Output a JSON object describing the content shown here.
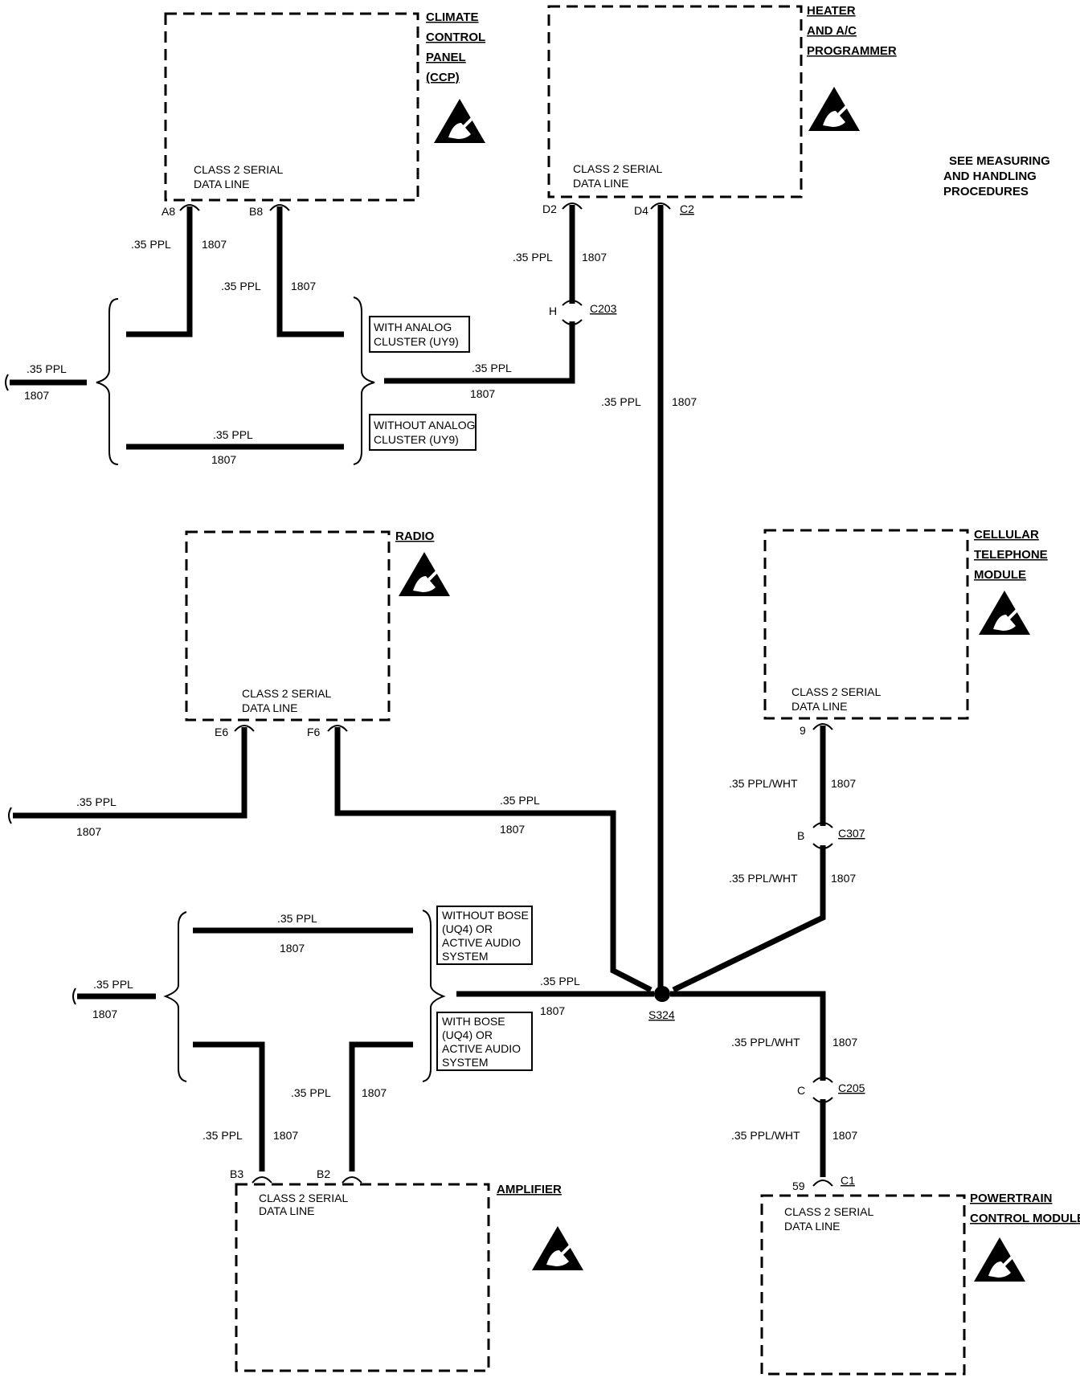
{
  "modules": {
    "ccp": {
      "name": [
        "CLIMATE",
        "CONTROL",
        "PANEL",
        "(CCP)"
      ],
      "inner": [
        "CLASS 2 SERIAL",
        "DATA LINE"
      ],
      "pin_a": "A8",
      "pin_b": "B8"
    },
    "hvac": {
      "name": [
        "HEATER",
        "AND A/C",
        "PROGRAMMER"
      ],
      "inner": [
        "CLASS 2 SERIAL",
        "DATA LINE"
      ],
      "pin_a": "D2",
      "pin_b": "D4",
      "conn": "C2"
    },
    "radio": {
      "name": [
        "RADIO"
      ],
      "inner": [
        "CLASS 2 SERIAL",
        "DATA LINE"
      ],
      "pin_a": "E6",
      "pin_b": "F6"
    },
    "cell": {
      "name": [
        "CELLULAR",
        "TELEPHONE",
        "MODULE"
      ],
      "inner": [
        "CLASS 2 SERIAL",
        "DATA LINE"
      ],
      "pin": "9"
    },
    "amp": {
      "name": [
        "AMPLIFIER"
      ],
      "inner": [
        "CLASS 2 SERIAL",
        "DATA LINE"
      ],
      "pin_a": "B3",
      "pin_b": "B2"
    },
    "pcm": {
      "name": [
        "POWERTRAIN",
        "CONTROL MODULE"
      ],
      "inner": [
        "CLASS 2 SERIAL",
        "DATA LINE"
      ],
      "pin": "59",
      "conn": "C1"
    }
  },
  "esd_note": [
    "SEE MEASURING",
    "AND HANDLING",
    "PROCEDURES"
  ],
  "wire": {
    "ppl": ".35 PPL",
    "ppl_wht": ".35 PPL/WHT",
    "circuit": "1807"
  },
  "options": {
    "with_analog": [
      "WITH ANALOG",
      "CLUSTER (UY9)"
    ],
    "without_analog": [
      "WITHOUT ANALOG",
      "CLUSTER (UY9)"
    ],
    "without_bose": [
      "WITHOUT BOSE",
      "(UQ4) OR",
      "ACTIVE AUDIO",
      "SYSTEM"
    ],
    "with_bose": [
      "WITH BOSE",
      "(UQ4) OR",
      "ACTIVE AUDIO",
      "SYSTEM"
    ]
  },
  "connectors": {
    "c203": {
      "name": "C203",
      "pin": "H"
    },
    "c307": {
      "name": "C307",
      "pin": "B"
    },
    "c205": {
      "name": "C205",
      "pin": "C"
    }
  },
  "splice": "S324"
}
